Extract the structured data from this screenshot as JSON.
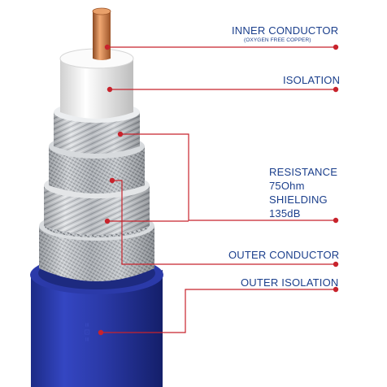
{
  "labels": {
    "inner_conductor": "INNER CONDUCTOR",
    "inner_conductor_note": "(OXYGEN FREE COPPER)",
    "isolation": "ISOLATION",
    "resistance_line1": "RESISTANCE",
    "resistance_line2": "75Ohm",
    "shielding_line1": "SHIELDING",
    "shielding_line2": "135dB",
    "outer_conductor": "OUTER CONDUCTOR",
    "outer_isolation": "OUTER ISOLATION"
  },
  "colors": {
    "label_text": "#1b3f8c",
    "leader_line": "#c8232c",
    "jacket": "#2a3aa8",
    "copper": "#c9773f",
    "dielectric": "#f2f2f2",
    "braid": "#b9bcc2"
  }
}
